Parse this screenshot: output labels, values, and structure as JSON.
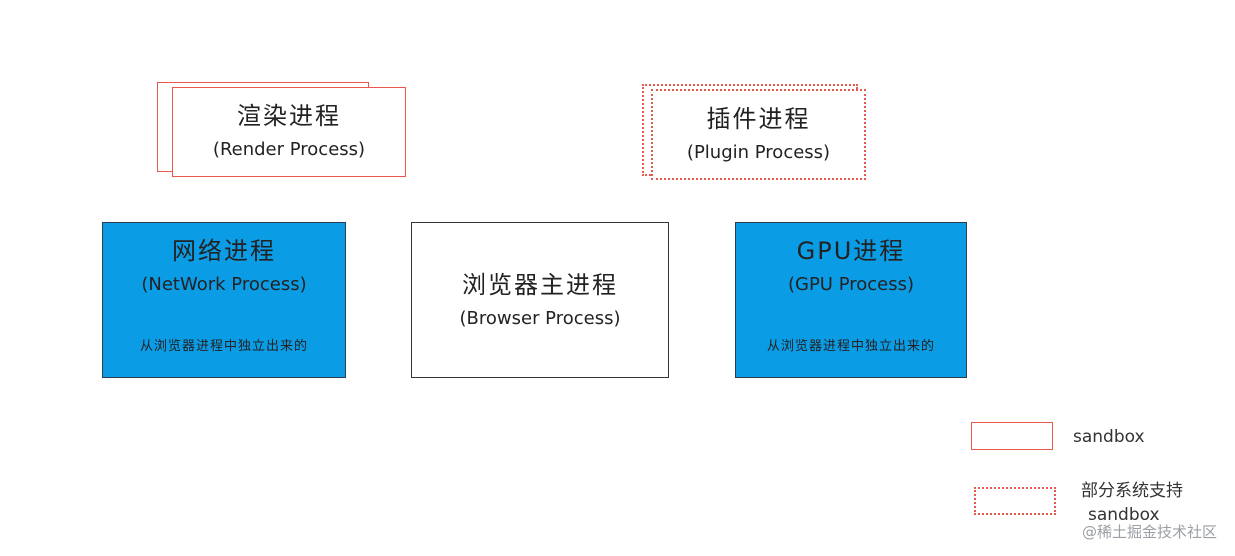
{
  "render_process": {
    "title": "渲染进程",
    "subtitle": "(Render Process)"
  },
  "plugin_process": {
    "title": "插件进程",
    "subtitle": "(Plugin Process)"
  },
  "network_process": {
    "title": "网络进程",
    "subtitle": "(NetWork Process)",
    "note": "从浏览器进程中独立出来的"
  },
  "browser_process": {
    "title": "浏览器主进程",
    "subtitle": "(Browser Process)"
  },
  "gpu_process": {
    "title": "GPU进程",
    "subtitle": "(GPU Process)",
    "note": "从浏览器进程中独立出来的"
  },
  "legend": {
    "sandbox_label": "sandbox",
    "partial_label_line1": "部分系统支持",
    "partial_label_line2": "sandbox"
  },
  "watermark": "@稀土掘金技术社区",
  "colors": {
    "sandbox_border": "#e8584f",
    "blue_fill": "#0b9ce6",
    "dark_border": "#2c3e50"
  }
}
